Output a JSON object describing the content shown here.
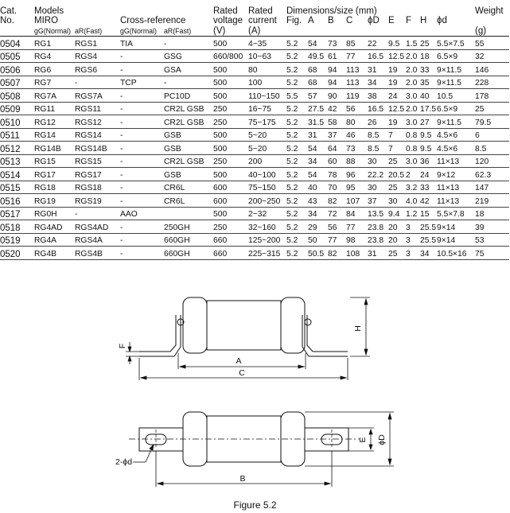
{
  "headers": {
    "cat": "Cat.",
    "no": "No.",
    "models": "Models",
    "miro": "MIRO",
    "cross_reference": "Cross-reference",
    "gg_normal": "gG(Normal)",
    "ar_fast": "aR(Fast)",
    "rated": "Rated",
    "voltage": "voltage",
    "voltage_unit": "(V)",
    "current": "current",
    "current_unit": "(A)",
    "dimensions": "Dimensions/size (mm)",
    "fig": "Fig.",
    "a": "A",
    "b": "B",
    "c": "C",
    "d": "ϕD",
    "e": "E",
    "f": "F",
    "h": "H",
    "phid": "ϕd",
    "weight": "Weight",
    "weight_unit": "(g)"
  },
  "rows": [
    {
      "cat": "0504",
      "miro_gg": "RG1",
      "miro_ar": "RGS1",
      "xref_gg": "TIA",
      "xref_ar": "-",
      "voltage": "500",
      "current": "4~35",
      "fig": "5.2",
      "a": "54",
      "b": "73",
      "c": "85",
      "d": "22",
      "e": "9.5",
      "f": "1.5",
      "h": "25",
      "phid": "5.5×7.5",
      "weight": "55"
    },
    {
      "cat": "0505",
      "miro_gg": "RG4",
      "miro_ar": "RGS4",
      "xref_gg": "-",
      "xref_ar": "GSG",
      "voltage": "660/800",
      "current": "10~63",
      "fig": "5.2",
      "a": "49.5",
      "b": "61",
      "c": "77",
      "d": "16.5",
      "e": "12.5",
      "f": "2.0",
      "h": "18",
      "phid": "6.5×9",
      "weight": "32"
    },
    {
      "cat": "0506",
      "miro_gg": "RG6",
      "miro_ar": "RGS6",
      "xref_gg": "-",
      "xref_ar": "GSA",
      "voltage": "500",
      "current": "80",
      "fig": "5.2",
      "a": "68",
      "b": "94",
      "c": "113",
      "d": "31",
      "e": "19",
      "f": "2.0",
      "h": "33",
      "phid": "9×11.5",
      "weight": "146"
    },
    {
      "cat": "0507",
      "miro_gg": "RG7",
      "miro_ar": "-",
      "xref_gg": "TCP",
      "xref_ar": "-",
      "voltage": "500",
      "current": "100",
      "fig": "5.2",
      "a": "68",
      "b": "94",
      "c": "113",
      "d": "34",
      "e": "19",
      "f": "2.0",
      "h": "35",
      "phid": "9×11.5",
      "weight": "228"
    },
    {
      "cat": "0508",
      "miro_gg": "RG7A",
      "miro_ar": "RGS7A",
      "xref_gg": "-",
      "xref_ar": "PC10D",
      "voltage": "500",
      "current": "110~150",
      "fig": "5.5",
      "a": "57",
      "b": "90",
      "c": "119",
      "d": "38",
      "e": "24",
      "f": "3.0",
      "h": "40",
      "phid": "10.5",
      "weight": "178"
    },
    {
      "cat": "0509",
      "miro_gg": "RG11",
      "miro_ar": "RGS11",
      "xref_gg": "-",
      "xref_ar": "CR2L GSB",
      "voltage": "250",
      "current": "16~75",
      "fig": "5.2",
      "a": "27.5",
      "b": "42",
      "c": "56",
      "d": "16.5",
      "e": "12.5",
      "f": "2.0",
      "h": "17.5",
      "phid": "6.5×9",
      "weight": "25"
    },
    {
      "cat": "0510",
      "miro_gg": "RG12",
      "miro_ar": "RGS12",
      "xref_gg": "-",
      "xref_ar": "CR2L GSB",
      "voltage": "250",
      "current": "75~175",
      "fig": "5.2",
      "a": "31.5",
      "b": "58",
      "c": "80",
      "d": "26",
      "e": "19",
      "f": "3.0",
      "h": "27",
      "phid": "9×11.5",
      "weight": "79.5"
    },
    {
      "cat": "0511",
      "miro_gg": "RG14",
      "miro_ar": "RGS14",
      "xref_gg": "-",
      "xref_ar": "GSB",
      "voltage": "500",
      "current": "5~20",
      "fig": "5.2",
      "a": "31",
      "b": "37",
      "c": "46",
      "d": "8.5",
      "e": "7",
      "f": "0.8",
      "h": "9.5",
      "phid": "4.5×6",
      "weight": "6"
    },
    {
      "cat": "0512",
      "miro_gg": "RG14B",
      "miro_ar": "RGS14B",
      "xref_gg": "-",
      "xref_ar": "GSB",
      "voltage": "500",
      "current": "5~20",
      "fig": "5.2",
      "a": "54",
      "b": "64",
      "c": "73",
      "d": "8.5",
      "e": "7",
      "f": "0.8",
      "h": "9.5",
      "phid": "4.5×6",
      "weight": "8.5"
    },
    {
      "cat": "0513",
      "miro_gg": "RG15",
      "miro_ar": "RGS15",
      "xref_gg": "-",
      "xref_ar": "CR2L GSB",
      "voltage": "250",
      "current": "200",
      "fig": "5.2",
      "a": "34",
      "b": "60",
      "c": "88",
      "d": "30",
      "e": "25",
      "f": "3.0",
      "h": "36",
      "phid": "11×13",
      "weight": "120"
    },
    {
      "cat": "0514",
      "miro_gg": "RG17",
      "miro_ar": "RGS17",
      "xref_gg": "-",
      "xref_ar": "GSB",
      "voltage": "500",
      "current": "40~100",
      "fig": "5.2",
      "a": "54",
      "b": "78",
      "c": "96",
      "d": "22.2",
      "e": "20.5",
      "f": "2",
      "h": "24",
      "phid": "9×12",
      "weight": "62.3"
    },
    {
      "cat": "0515",
      "miro_gg": "RG18",
      "miro_ar": "RGS18",
      "xref_gg": "-",
      "xref_ar": "CR6L",
      "voltage": "600",
      "current": "75~150",
      "fig": "5.2",
      "a": "40",
      "b": "70",
      "c": "95",
      "d": "30",
      "e": "25",
      "f": "3.2",
      "h": "33",
      "phid": "11×13",
      "weight": "147"
    },
    {
      "cat": "0516",
      "miro_gg": "RG19",
      "miro_ar": "RGS19",
      "xref_gg": "-",
      "xref_ar": "CR6L",
      "voltage": "600",
      "current": "200~250",
      "fig": "5.2",
      "a": "43",
      "b": "82",
      "c": "107",
      "d": "37",
      "e": "30",
      "f": "4.0",
      "h": "42",
      "phid": "11×13",
      "weight": "219"
    },
    {
      "cat": "0517",
      "miro_gg": "RG0H",
      "miro_ar": "-",
      "xref_gg": "AAO",
      "xref_ar": "",
      "voltage": "500",
      "current": "2~32",
      "fig": "5.2",
      "a": "34",
      "b": "72",
      "c": "84",
      "d": "13.5",
      "e": "9.4",
      "f": "1.2",
      "h": "15",
      "phid": "5.5×7.8",
      "weight": "18"
    },
    {
      "cat": "0518",
      "miro_gg": "RG4AD",
      "miro_ar": "RGS4AD",
      "xref_gg": "-",
      "xref_ar": "250GH",
      "voltage": "250",
      "current": "32~160",
      "fig": "5.2",
      "a": "29",
      "b": "56",
      "c": "77",
      "d": "23.8",
      "e": "20",
      "f": "3",
      "h": "25.5",
      "phid": "9×14",
      "weight": "39"
    },
    {
      "cat": "0519",
      "miro_gg": "RG4A",
      "miro_ar": "RGS4A",
      "xref_gg": "-",
      "xref_ar": "660GH",
      "voltage": "660",
      "current": "125~200",
      "fig": "5.2",
      "a": "50",
      "b": "77",
      "c": "98",
      "d": "23.8",
      "e": "20",
      "f": "3",
      "h": "25.5",
      "phid": "9×14",
      "weight": "53"
    },
    {
      "cat": "0520",
      "miro_gg": "RG4B",
      "miro_ar": "RGS4B",
      "xref_gg": "-",
      "xref_ar": "660GH",
      "voltage": "660",
      "current": "225~315",
      "fig": "5.2",
      "a": "50.5",
      "b": "82",
      "c": "108",
      "d": "31",
      "e": "25",
      "f": "3",
      "h": "34",
      "phid": "10.5×16",
      "weight": "75"
    }
  ],
  "figure": {
    "labels": {
      "a": "A",
      "b": "B",
      "c": "C",
      "d": "ϕD",
      "e": "E",
      "f": "F",
      "h": "H",
      "holes": "2-ϕd"
    },
    "caption": "Figure 5.2"
  }
}
